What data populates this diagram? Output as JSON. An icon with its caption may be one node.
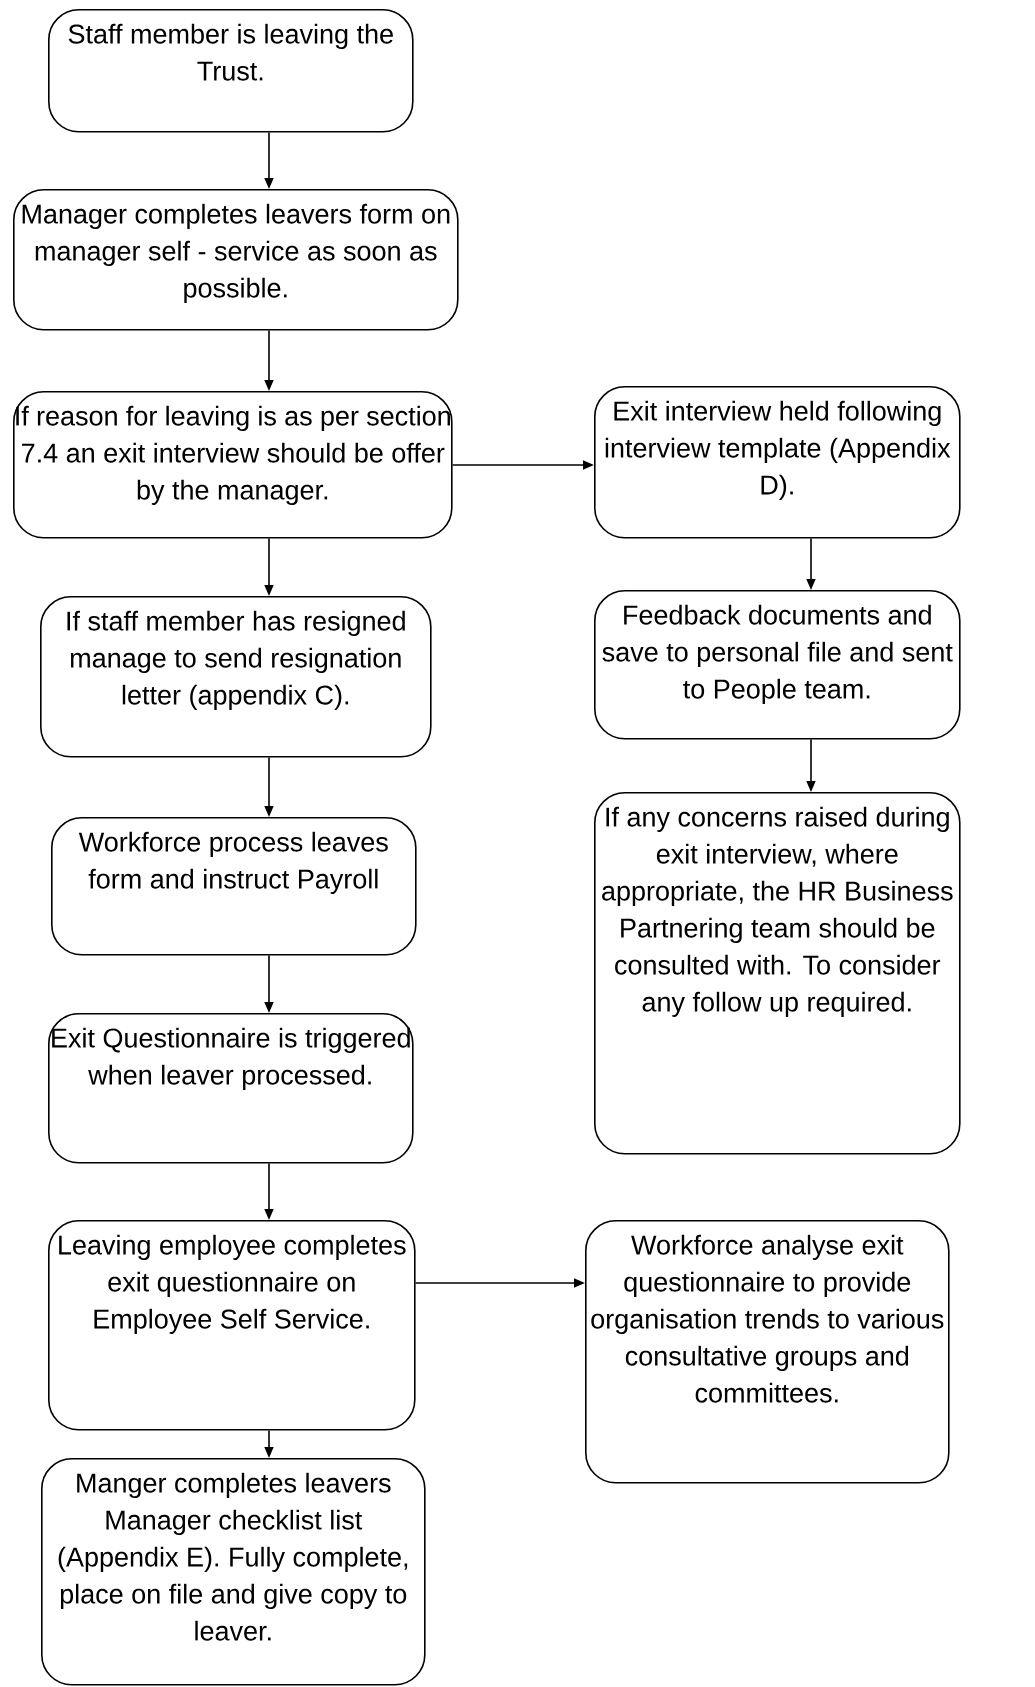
{
  "diagram": {
    "nodes": [
      {
        "text": [
          "Staff member is leaving the Trust."
        ]
      },
      {
        "text": [
          "Manager completes leavers form on manager self - service as soon as possible."
        ]
      },
      {
        "text": [
          "If reason for leaving is as per section 7.4 an exit interview should be offer by the manager."
        ]
      },
      {
        "text": [
          "If staff member has resigned manage to send resignation letter (appendix C)."
        ]
      },
      {
        "text": [
          "Workforce process leaves form and instruct Payroll"
        ]
      },
      {
        "text": [
          "Exit Questionnaire is triggered when leaver processed."
        ]
      },
      {
        "text": [
          "Leaving employee completes exit questionnaire on Employee Self Service."
        ]
      },
      {
        "text": [
          "Manger completes leavers Manager checklist list (Appendix E).  Fully complete, place on file and give copy to leaver."
        ]
      },
      {
        "text": [
          "Exit interview held following interview template (Appendix D)."
        ]
      },
      {
        "text": [
          "Feedback documents and save to personal file and sent to People team."
        ]
      },
      {
        "text": [
          "If any concerns raised during exit interview, where appropriate, the HR Business Partnering team should be consulted with. To consider any follow up required."
        ]
      },
      {
        "text": [
          "Workforce analyse exit questionnaire to provide organisation trends to various consultative groups and committees."
        ]
      }
    ],
    "edges": [
      {
        "from": 0,
        "to": 1,
        "arrow": "to"
      },
      {
        "from": 1,
        "to": 2,
        "arrow": "to"
      },
      {
        "from": 2,
        "to": 3,
        "arrow": "to"
      },
      {
        "from": 3,
        "to": 4,
        "arrow": "to"
      },
      {
        "from": 4,
        "to": 5,
        "arrow": "to"
      },
      {
        "from": 5,
        "to": 6,
        "arrow": "to"
      },
      {
        "from": 6,
        "to": 7,
        "arrow": "to"
      },
      {
        "from": 2,
        "to": 8,
        "arrow": "to"
      },
      {
        "from": 8,
        "to": 9,
        "arrow": "to"
      },
      {
        "from": 9,
        "to": 10,
        "arrow": "to"
      },
      {
        "from": 6,
        "to": 11,
        "arrow": "to"
      }
    ]
  }
}
